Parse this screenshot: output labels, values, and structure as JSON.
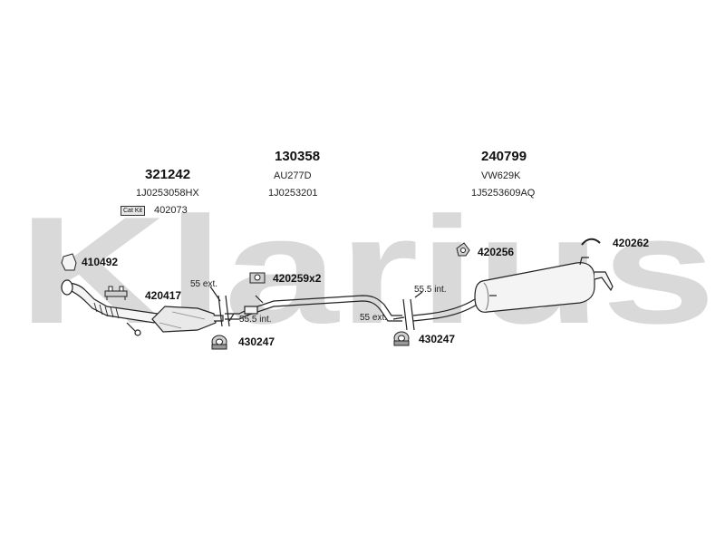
{
  "watermark": {
    "text": "Klarius",
    "color": "#d9d9d9"
  },
  "assemblies": [
    {
      "id": "downpipe",
      "part_number": "321242",
      "oem_codes": [
        "1J0253058HX"
      ]
    },
    {
      "id": "front-pipe",
      "part_number": "130358",
      "oem_codes": [
        "AU277D",
        "1J0253201"
      ]
    },
    {
      "id": "rear-silencer",
      "part_number": "240799",
      "oem_codes": [
        "VW629K",
        "1J5253609AQ"
      ]
    }
  ],
  "cat_kit": {
    "badge": "Cat Kit",
    "code": "402073"
  },
  "fittings": {
    "gasket": "410492",
    "bolt_kit": "420417",
    "mount_mid": "420259x2",
    "clamp_left": "430247",
    "clamp_right": "430247",
    "mount_rear": "420256",
    "hanger_rear": "420262"
  },
  "dimensions": {
    "left_ext": "55 ext.",
    "left_int": "55.5 int.",
    "right_int": "55.5 int.",
    "right_ext": "55 ext."
  },
  "colors": {
    "stroke": "#222222",
    "part_fill": "#f4f4f4",
    "shade": "#cfcfcf"
  }
}
